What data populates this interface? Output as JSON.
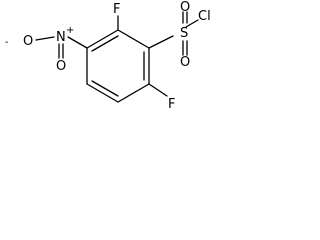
{
  "molecule": {
    "atoms": {
      "f_top": "F",
      "s": "S",
      "cl": "Cl",
      "o_top": "O",
      "o_bottom": "O",
      "n": "N",
      "n_charge": "+",
      "o_nitro_left": "O",
      "o_nitro_left_charge": "-",
      "o_nitro_bottom": "O",
      "f_bottom": "F"
    }
  }
}
